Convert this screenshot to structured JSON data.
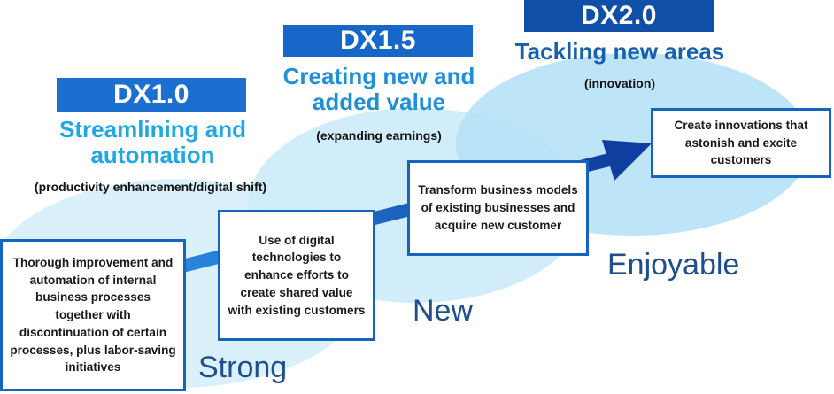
{
  "stages": [
    {
      "badge": "DX1.0",
      "heading": "Streamlining and automation",
      "subheading": "(productivity enhancement/digital shift)",
      "description": "Thorough improvement and automation of internal business processes together with discontinuation of certain processes, plus labor-saving initiatives",
      "keyword": "Strong"
    },
    {
      "badge": "DX1.5",
      "heading": "Creating new and added value",
      "subheading": "(expanding earnings)",
      "description": "Use of digital technologies to enhance efforts to create shared value with existing customers",
      "keyword": "New"
    },
    {
      "badge": "DX2.0",
      "heading": "Tackling new areas",
      "subheading": "(innovation)",
      "description": "Create innovations that astonish and excite customers",
      "keyword": "Enjoyable"
    },
    {
      "description": "Transform business models of existing businesses and acquire new customer"
    }
  ],
  "colors": {
    "badge_dx10": "#1a6fd0",
    "badge_dx15": "#1767c8",
    "badge_dx20": "#0f4fa8",
    "heading_dx10": "#21a6e6",
    "heading_dx15": "#1f8fd8",
    "heading_dx20": "#1560b0",
    "box_border": "#1565c0",
    "arrow": "#1f6fd0",
    "keyword": "#1e4f8c"
  }
}
